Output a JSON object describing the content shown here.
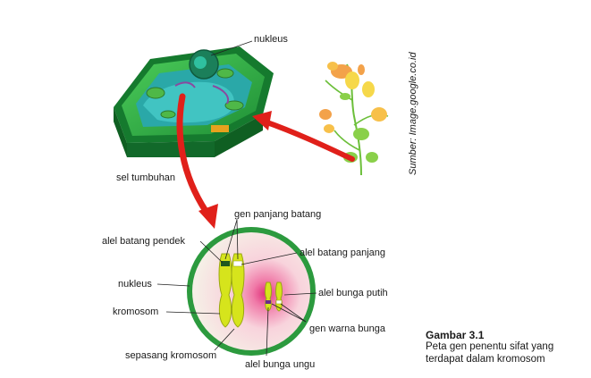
{
  "labels": {
    "nukleus_top": "nukleus",
    "sel_tumbuhan": "sel tumbuhan",
    "gen_panjang_batang": "gen panjang batang",
    "alel_batang_pendek": "alel batang pendek",
    "alel_batang_panjang": "alel batang panjang",
    "nukleus_left": "nukleus",
    "alel_bunga_putih": "alel bunga putih",
    "kromosom": "kromosom",
    "gen_warna_bunga": "gen warna bunga",
    "sepasang_kromosom": "sepasang kromosom",
    "alel_bunga_ungu": "alel bunga ungu"
  },
  "caption": {
    "title": "Gambar 3.1",
    "line1": "Peta gen penentu sifat yang",
    "line2": "terdapat dalam kromosom"
  },
  "source": "Sumber: Image.google.co.id",
  "colors": {
    "cell_wall": "#1e8a3a",
    "cell_top": "#3fbf4f",
    "cytoplasm": "#34b3b3",
    "arrow": "#e0201a",
    "chromosome": "#d6e41c",
    "nucleus_ring": "#2c9a3e",
    "nucleus_inner": "#f6c8d2",
    "nucleolus": "#e0307a"
  }
}
